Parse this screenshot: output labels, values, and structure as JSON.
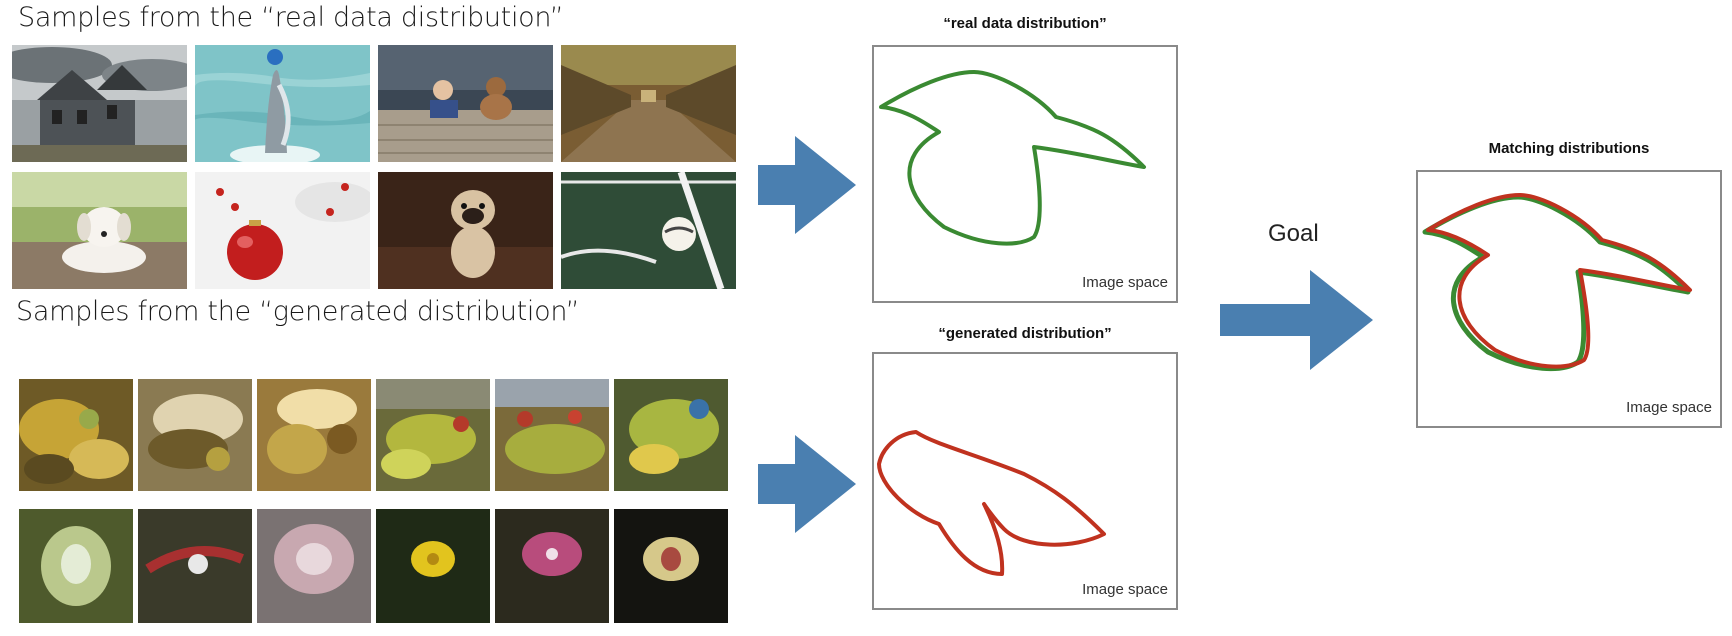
{
  "real_section": {
    "heading": "Samples from the “real data distribution”",
    "images": [
      {
        "subject": "haunted-house-photo"
      },
      {
        "subject": "dolphin-with-ball-photo"
      },
      {
        "subject": "child-and-teddy-bear-photo"
      },
      {
        "subject": "wooden-bridge-photo"
      },
      {
        "subject": "white-puppy-photo"
      },
      {
        "subject": "red-ornament-photo"
      },
      {
        "subject": "pug-dog-photo"
      },
      {
        "subject": "soccer-ball-photo"
      }
    ]
  },
  "generated_section": {
    "heading": "Samples from the “generated distribution”",
    "images": [
      {
        "subject": "generated-sample"
      },
      {
        "subject": "generated-sample"
      },
      {
        "subject": "generated-sample"
      },
      {
        "subject": "generated-sample"
      },
      {
        "subject": "generated-sample"
      },
      {
        "subject": "generated-sample"
      },
      {
        "subject": "generated-flower-sample"
      },
      {
        "subject": "generated-flower-sample"
      },
      {
        "subject": "generated-flower-sample"
      },
      {
        "subject": "generated-flower-sample"
      },
      {
        "subject": "generated-flower-sample"
      },
      {
        "subject": "generated-flower-sample"
      }
    ]
  },
  "real_box": {
    "title": "“real data distribution”",
    "space_label": "Image space"
  },
  "generated_box": {
    "title": "“generated distribution”",
    "space_label": "Image space"
  },
  "goal_label": "Goal",
  "matching_box": {
    "title": "Matching distributions",
    "space_label": "Image space"
  },
  "colors": {
    "arrow": "#4a7fb0",
    "real_curve": "#3a8a32",
    "generated_curve": "#c0321f",
    "box_border": "#8a8a8a"
  }
}
